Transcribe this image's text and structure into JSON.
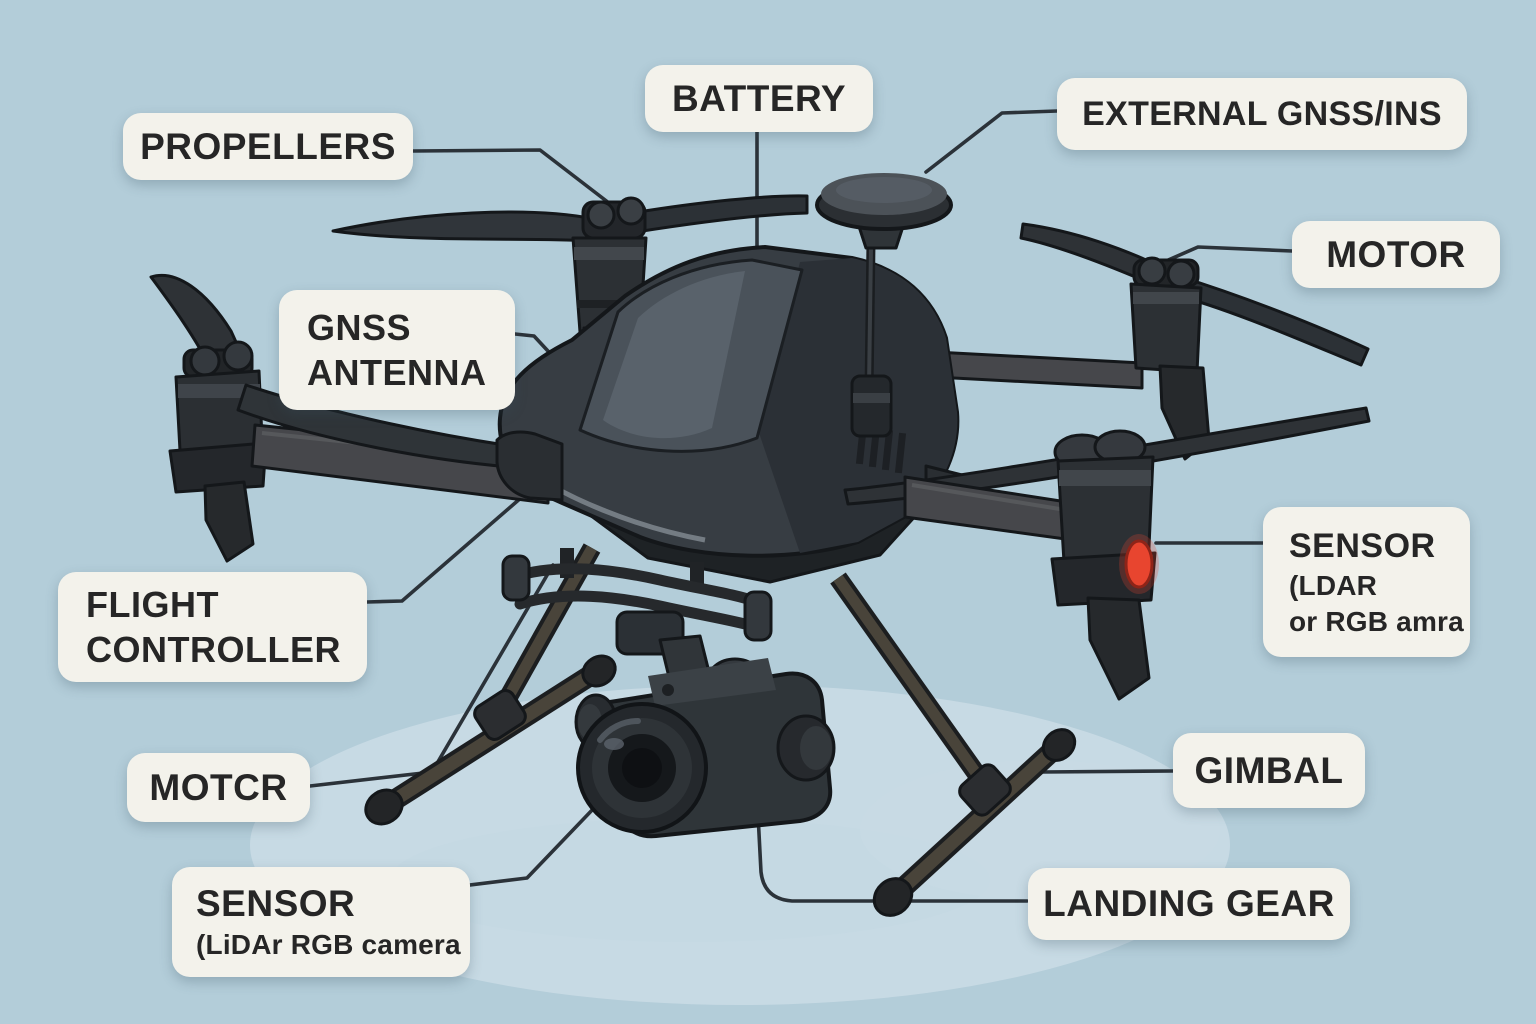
{
  "diagram": {
    "subject": "Quadcopter drone components diagram",
    "background_color": "#b3cdd9",
    "label_box_color": "#f3f2eb",
    "label_text_color": "#262626",
    "leader_line_color": "#2b3239",
    "status_led_color": "#e8452f"
  },
  "labels": {
    "propellers": {
      "text": "PROPELLERS"
    },
    "battery": {
      "text": "BATTERY"
    },
    "external_gnss_ins": {
      "text": "EXTERNAL GNSS/INS"
    },
    "motor_right": {
      "text": "MOTOR"
    },
    "gnss_antenna": {
      "line1": "GNSS",
      "line2": "ANTENNA"
    },
    "flight_controller": {
      "line1": "FLIGHT",
      "line2": "CONTROLLER"
    },
    "sensor_right": {
      "title": "SENSOR",
      "line1": "(LDAR",
      "line2": "or RGB amra"
    },
    "motor_left": {
      "text": "MOTCR"
    },
    "sensor_left": {
      "title": "SENSOR",
      "line1": "(LiDAr RGB camera"
    },
    "gimbal": {
      "text": "GIMBAL"
    },
    "landing_gear": {
      "text": "LANDING GEAR"
    }
  }
}
